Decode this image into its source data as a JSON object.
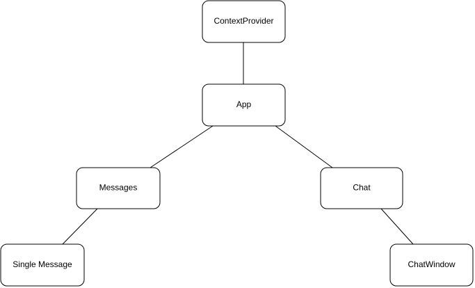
{
  "nodes": {
    "context_provider": "ContextProvider",
    "app": "App",
    "messages": "Messages",
    "chat": "Chat",
    "single_message": "Single Message",
    "chat_window": "ChatWindow"
  },
  "colors": {
    "stroke": "#000000",
    "fill": "#ffffff"
  }
}
